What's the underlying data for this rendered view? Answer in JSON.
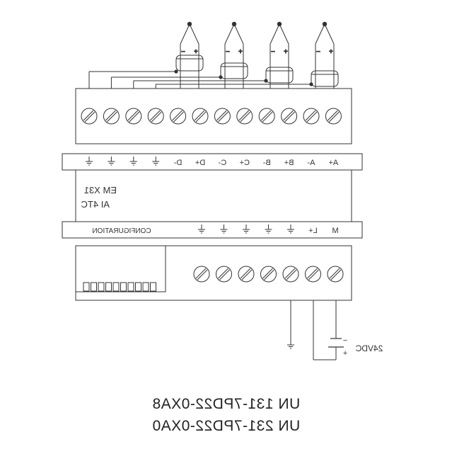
{
  "module": {
    "name_line1": "EM X31",
    "name_line2": "AI 4TC",
    "configuration_label": "CONFIGURATION"
  },
  "top_terminal_labels": [
    "⏚",
    "⏚",
    "⏚",
    "⏚",
    "D-",
    "D+",
    "C-",
    "C+",
    "B-",
    "B+",
    "A-",
    "A+"
  ],
  "bottom_terminal_labels": [
    "⏚",
    "⏚",
    "⏚",
    "⏚",
    "⏚",
    "L+",
    "M"
  ],
  "thermocouple": {
    "minus": "−",
    "plus": "+"
  },
  "supply": {
    "label": "24VDC",
    "minus": "−",
    "plus": "+"
  },
  "order_numbers": [
    "UN 131-7PD22-0XA8",
    "UN 231-7PD22-0XA0"
  ],
  "colors": {
    "line": "#333333",
    "text": "#222222",
    "background": "#ffffff"
  }
}
